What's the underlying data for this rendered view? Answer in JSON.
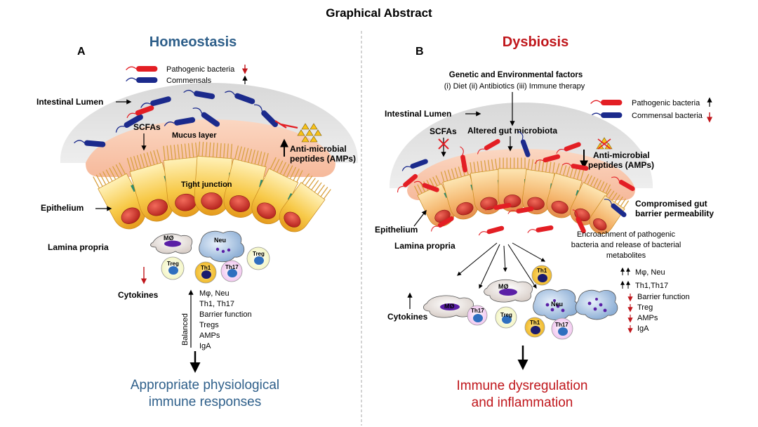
{
  "title": "Graphical Abstract",
  "panelA": {
    "letter": "A",
    "heading": "Homeostasis",
    "legend_pathogenic": "Pathogenic bacteria",
    "legend_commensals": "Commensals",
    "intestinal_lumen": "Intestinal Lumen",
    "scfas": "SCFAs",
    "mucus_layer": "Mucus layer",
    "amp_line1": "Anti-microbial",
    "amp_line2": "peptides (AMPs)",
    "tight_junction": "Tight junction",
    "epithelium": "Epithelium",
    "lamina_propria": "Lamina propria",
    "cytokines": "Cytokines",
    "mo": "MØ",
    "neu": "Neu",
    "treg": "Treg",
    "th1": "Th1",
    "th17": "Th17",
    "list": [
      "Mφ,  Neu",
      "Th1, Th17",
      "Barrier function",
      "Tregs",
      "AMPs",
      "IgA"
    ],
    "balanced": "Balanced",
    "outcome_line1": "Appropriate physiological",
    "outcome_line2": "immune responses"
  },
  "panelB": {
    "letter": "B",
    "heading": "Dysbiosis",
    "factors_title": "Genetic and Environmental factors",
    "factors_list": "(i) Diet  (ii) Antibiotics  (iii) Immune therapy",
    "legend_pathogenic": "Pathogenic bacteria",
    "legend_commensal": "Commensal bacteria",
    "intestinal_lumen": "Intestinal Lumen",
    "scfas": "SCFAs",
    "altered": "Altered gut microbiota",
    "amp_line1": "Anti-microbial",
    "amp_line2": "peptides (AMPs)",
    "compromised_line1": "Compromised gut",
    "compromised_line2": "barrier permeability",
    "epithelium": "Epithelium",
    "lamina_propria": "Lamina propria",
    "encroach_line1": "Encroachment of pathogenic",
    "encroach_line2": "bacteria and release of bacterial",
    "encroach_line3": "metabolites",
    "cytokines": "Cytokines",
    "mo": "MØ",
    "neu": "Neu",
    "treg": "Treg",
    "th1": "Th1",
    "th17": "Th17",
    "list": [
      "Mφ,  Neu",
      "Th1,Th17",
      "Barrier function",
      "Treg",
      "AMPs",
      "IgA"
    ],
    "outcome_line1": "Immune dysregulation",
    "outcome_line2": "and inflammation"
  },
  "colors": {
    "homeostasis": "#2e5f8a",
    "dysbiosis": "#c0171c",
    "pathogenic": "#e31e24",
    "commensal": "#1b2a8c"
  }
}
